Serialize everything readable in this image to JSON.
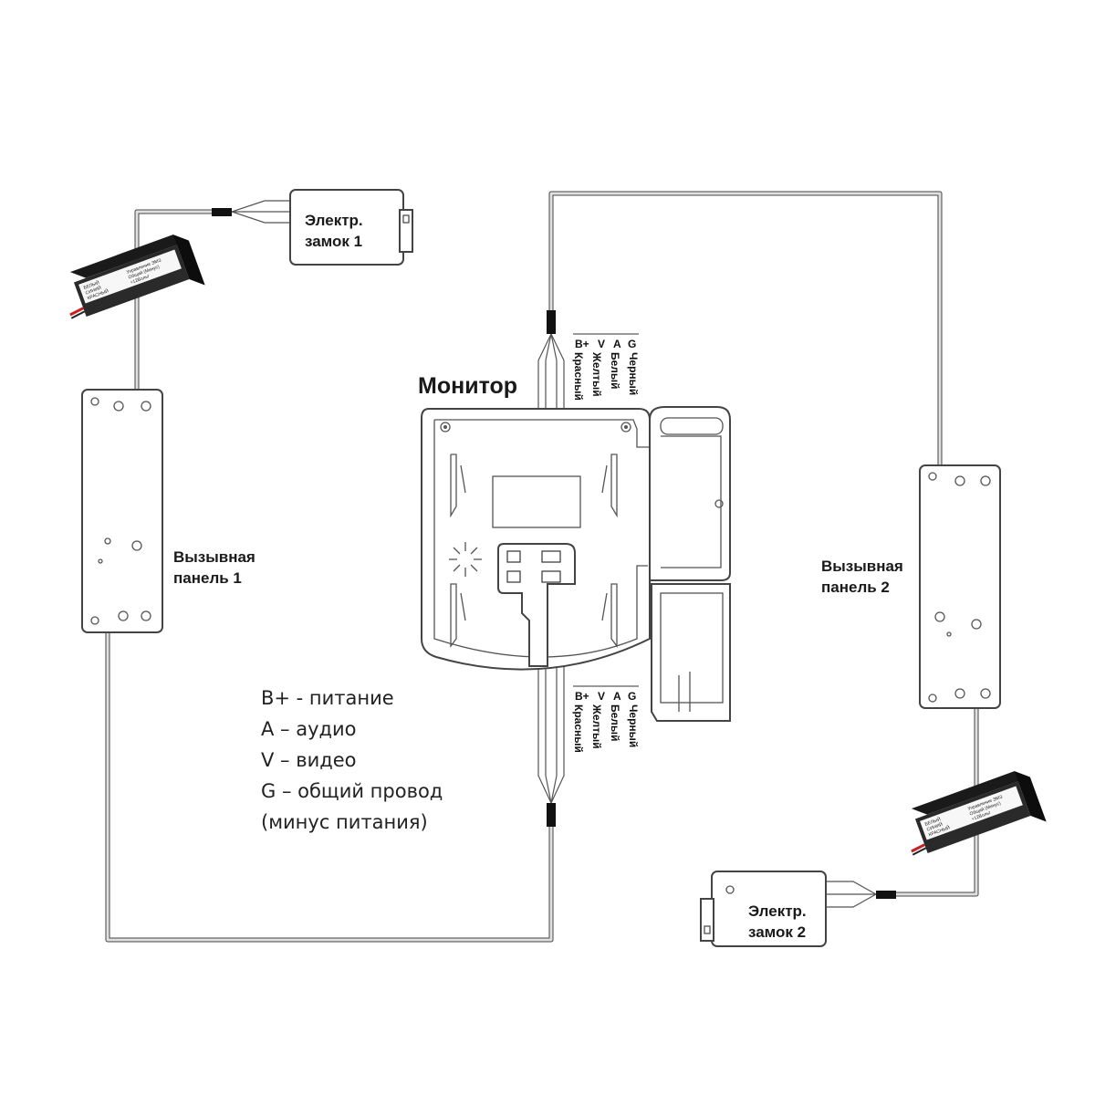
{
  "labels": {
    "lock1": [
      "Электр.",
      "замок 1"
    ],
    "lock2": [
      "Электр.",
      "замок 2"
    ],
    "panel1": [
      "Вызывная",
      "панель 1"
    ],
    "panel2": [
      "Вызывная",
      "панель 2"
    ],
    "monitor": "Монитор"
  },
  "relay": {
    "left": [
      "БЕЛЫЙ",
      "СИНИЙ",
      "КРАСНЫЙ"
    ],
    "right": [
      "Управление ЭМЗ",
      "Общий (Минус)",
      "+12Вольт"
    ]
  },
  "terminals": {
    "codes": [
      "B+",
      "V",
      "A",
      "G"
    ],
    "colors": [
      "Красный",
      "Желтый",
      "Белый",
      "Черный"
    ]
  },
  "legend": [
    "B+ - питание",
    "A – аудио",
    "V – видео",
    "G – общий провод",
    "(минус питания)"
  ]
}
